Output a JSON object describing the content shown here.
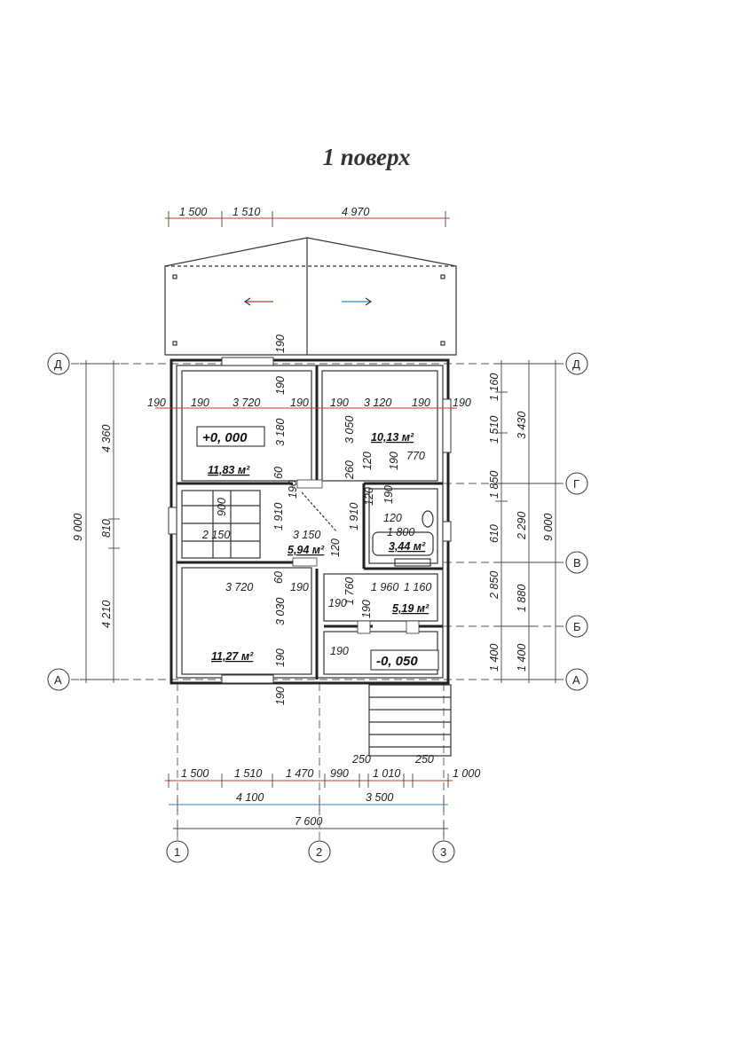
{
  "title": "1 поверх",
  "axes": {
    "rows": [
      "Д",
      "Г",
      "В",
      "Б",
      "А"
    ],
    "cols": [
      "1",
      "2",
      "3"
    ]
  },
  "top_dims": [
    "1 500",
    "1 510",
    "4 970"
  ],
  "bottom_dims": {
    "row1": [
      "1 500",
      "1 510",
      "1 470",
      "990",
      "1 010",
      "1 000"
    ],
    "small": [
      "250",
      "250"
    ],
    "row2": [
      "4 100",
      "3 500"
    ],
    "row3": "7 600"
  },
  "left_dims": {
    "outer": "9 000",
    "inner": [
      "4 360",
      "810",
      "4 210"
    ]
  },
  "right_dims": {
    "inner": [
      "1 160",
      "1 510",
      "1 850",
      "610",
      "2 850",
      "1 400"
    ],
    "mid": [
      "3 430",
      "2 290",
      "1 880",
      "1 400"
    ],
    "outer": "9 000"
  },
  "rooms": {
    "r1_area": "11,83 м²",
    "r2_area": "10,13 м²",
    "hall_area": "5,94 м²",
    "bath_area": "3,44 м²",
    "r3_area": "11,27 м²",
    "lobby_area": "5,19 м²",
    "level_top": "+0, 000",
    "level_bottom": "-0, 050"
  },
  "interior_dims": {
    "a": "190",
    "b": "190",
    "c": "3 720",
    "d": "190",
    "e": "190",
    "f": "3 120",
    "g": "190",
    "h": "190",
    "v1": "3 180",
    "v2": "3 050",
    "v3": "260",
    "v4": "120",
    "v5": "190",
    "v6": "770",
    "v7": "60",
    "v8": "190",
    "v9": "900",
    "v10": "1 910",
    "v11": "1 910",
    "v12": "120",
    "v13": "2 150",
    "v14": "3 150",
    "v15": "1 800",
    "v16": "190",
    "v17": "120",
    "v18": "60",
    "v19": "3 720",
    "v20": "190",
    "v21": "1 760",
    "v22": "1 960",
    "v23": "1 160",
    "v24": "190",
    "v25": "190",
    "v26": "190",
    "v27": "3 030",
    "v28": "190",
    "v29": "190",
    "v30": "190",
    "v31": "120",
    "v32": "190"
  }
}
